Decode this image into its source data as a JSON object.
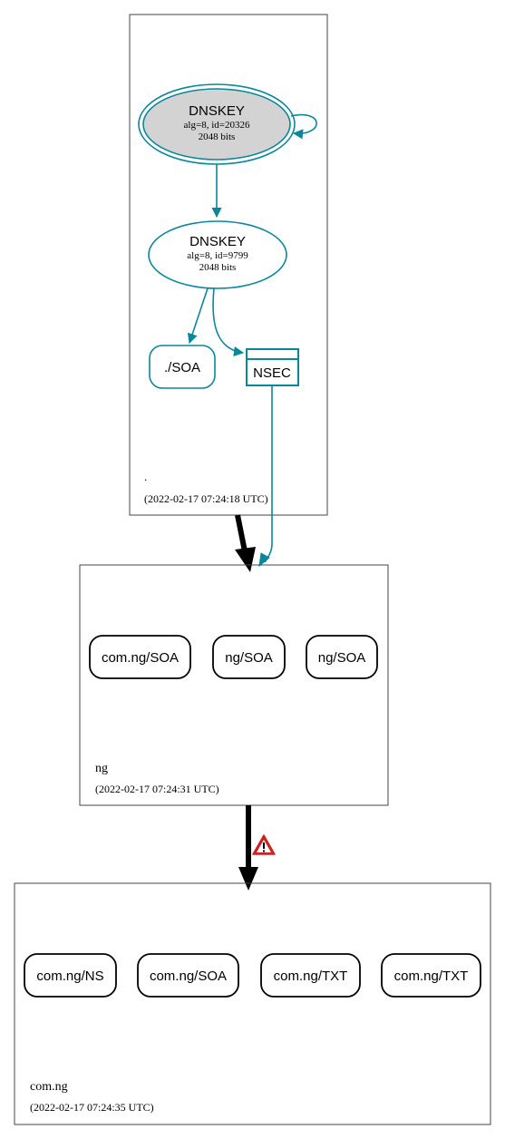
{
  "colors": {
    "secure": "#0a879a",
    "insecure": "#000000",
    "warning": "#cc2222",
    "ksk_fill": "#d3d3d3",
    "zone_border": "#444444"
  },
  "zones": {
    "root": {
      "name": ".",
      "timestamp": "(2022-02-17 07:24:18 UTC)"
    },
    "ng": {
      "name": "ng",
      "timestamp": "(2022-02-17 07:24:31 UTC)"
    },
    "com_ng": {
      "name": "com.ng",
      "timestamp": "(2022-02-17 07:24:35 UTC)"
    }
  },
  "root_nodes": {
    "ksk": {
      "title": "DNSKEY",
      "detail": "alg=8, id=20326",
      "size": "2048 bits"
    },
    "zsk": {
      "title": "DNSKEY",
      "detail": "alg=8, id=9799",
      "size": "2048 bits"
    },
    "soa": {
      "label": "./SOA"
    },
    "nsec": {
      "label": "NSEC"
    }
  },
  "ng_nodes": [
    {
      "label": "com.ng/SOA"
    },
    {
      "label": "ng/SOA"
    },
    {
      "label": "ng/SOA"
    }
  ],
  "com_ng_nodes": [
    {
      "label": "com.ng/NS"
    },
    {
      "label": "com.ng/SOA"
    },
    {
      "label": "com.ng/TXT"
    },
    {
      "label": "com.ng/TXT"
    }
  ],
  "icons": {
    "warning": "warning-triangle-icon"
  }
}
